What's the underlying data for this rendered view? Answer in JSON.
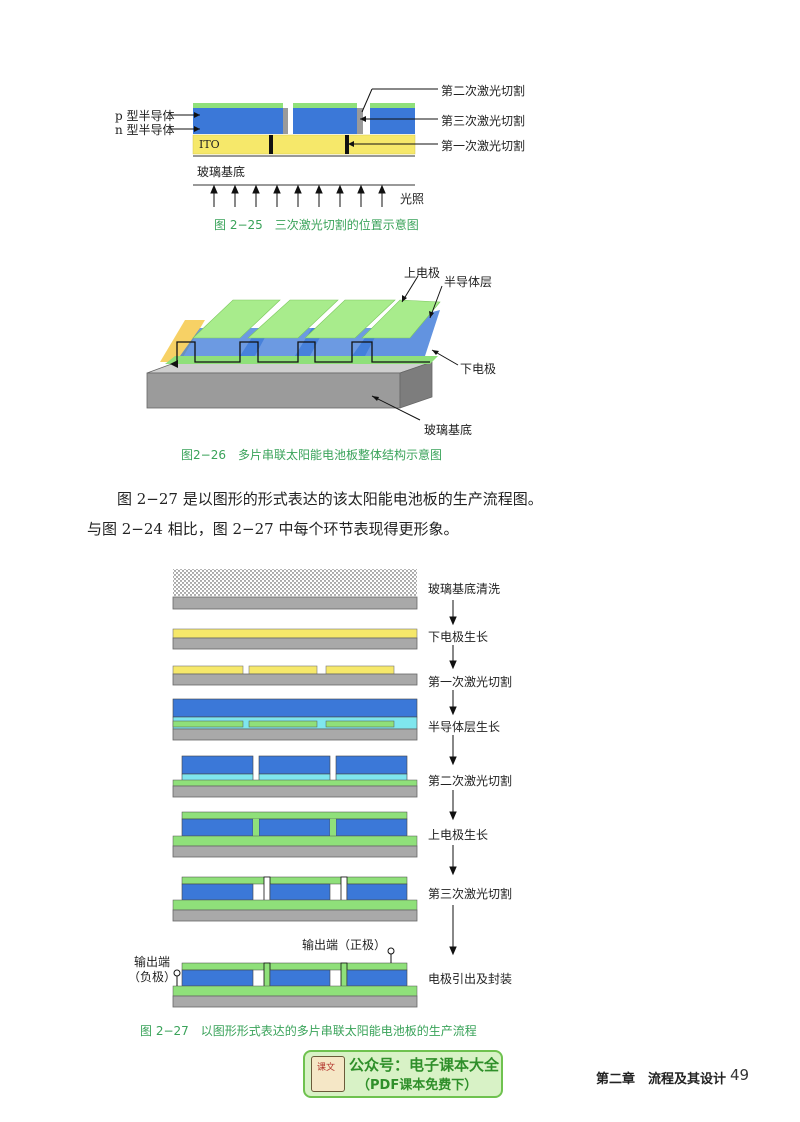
{
  "fig25": {
    "labels": {
      "p_semi": "p 型半导体",
      "n_semi": "n 型半导体",
      "ito": "ITO",
      "glass": "玻璃基底",
      "light": "光照",
      "cut2": "第二次激光切割",
      "cut3": "第三次激光切割",
      "cut1": "第一次激光切割"
    },
    "caption": "图 2−25　三次激光切割的位置示意图"
  },
  "fig26": {
    "labels": {
      "top_electrode": "上电极",
      "semi_layer": "半导体层",
      "bottom_electrode": "下电极",
      "glass": "玻璃基底"
    },
    "caption": "图2−26　多片串联太阳能电池板整体结构示意图"
  },
  "body": {
    "line1": "图 2−27 是以图形的形式表达的该太阳能电池板的生产流程图。",
    "line2": "与图 2−24 相比，图 2−27 中每个环节表现得更形象。"
  },
  "fig27": {
    "steps": [
      "玻璃基底清洗",
      "下电极生长",
      "第一次激光切割",
      "半导体层生长",
      "第二次激光切割",
      "上电极生长",
      "第三次激光切割",
      "电极引出及封装"
    ],
    "out_pos": "输出端（正极）",
    "out_neg_1": "输出端",
    "out_neg_2": "（负极）",
    "caption": "图 2−27　以图形形式表达的多片串联太阳能电池板的生产流程"
  },
  "footer": {
    "chapter": "第二章　流程及其设计",
    "page": "49",
    "badge_line1": "公众号：电子课本大全",
    "badge_line2": "（PDF课本免费下）",
    "badge_icon_text": "课文"
  },
  "colors": {
    "blue": "#3b78d8",
    "green": "#8fe07a",
    "yellow": "#f6e86a",
    "cyan": "#7fe6ee",
    "gray": "#a9a9a9",
    "caption": "#3aa35a"
  }
}
